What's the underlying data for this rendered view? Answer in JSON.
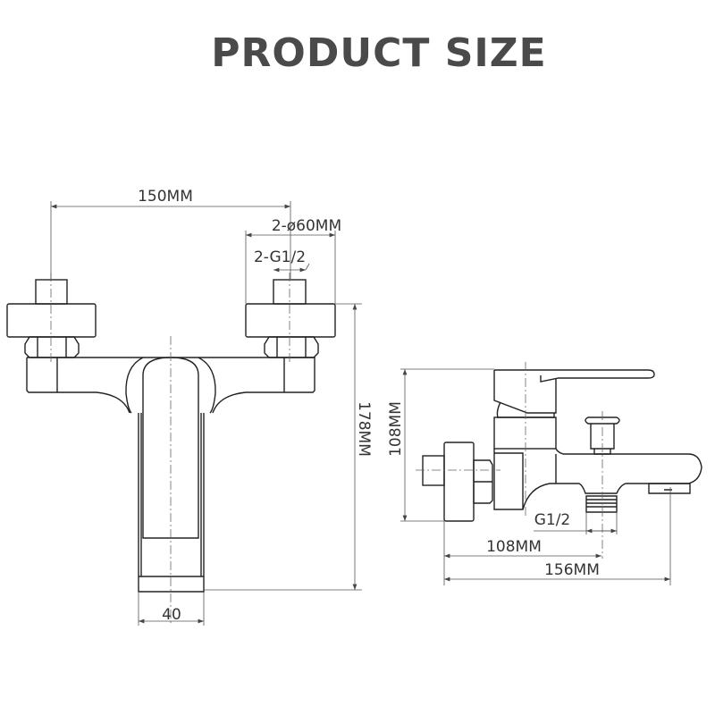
{
  "title": "PRODUCT SIZE",
  "front_view": {
    "width_between_centers": "150MM",
    "flange_diameter": "2-ø60MM",
    "inlet_thread": "2-G1/2",
    "height": "178MM",
    "spout_width": "40"
  },
  "side_view": {
    "height": "108MM",
    "outlet_thread": "G1/2",
    "to_outlet": "108MM",
    "total_depth": "156MM"
  }
}
